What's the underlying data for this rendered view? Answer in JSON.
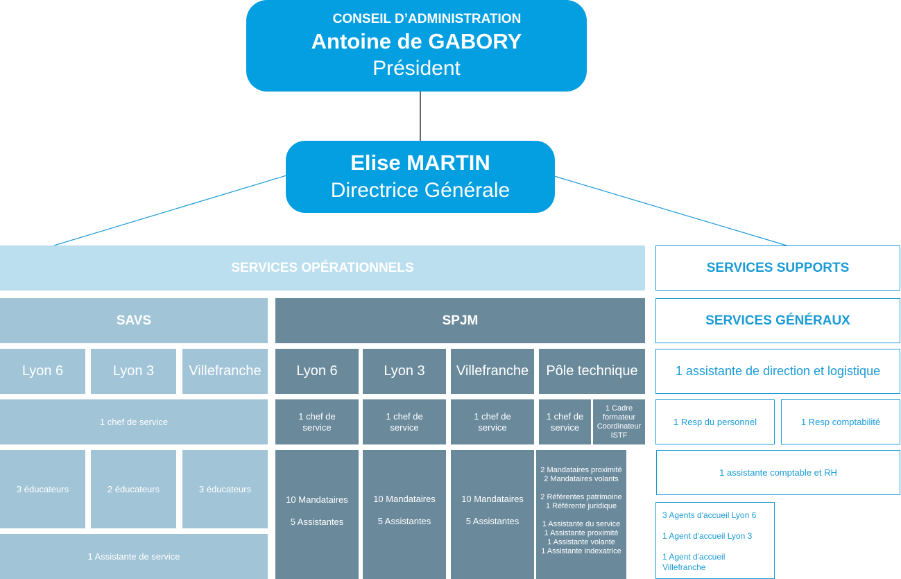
{
  "board": {
    "title": "CONSEIL D’ADMINISTRATION",
    "name": "Antoine de GABORY",
    "role": "Président"
  },
  "director": {
    "name": "Elise MARTIN",
    "role": "Directrice Générale"
  },
  "operational": {
    "title": "SERVICES OPÉRATIONNELS",
    "savs": {
      "title": "SAVS",
      "sites": [
        "Lyon 6",
        "Lyon 3",
        "Villefranche"
      ],
      "chef": "1 chef de service",
      "educateurs": [
        "3 éducateurs",
        "2 éducateurs",
        "3 éducateurs"
      ],
      "assistante": "1 Assistante de service"
    },
    "spjm": {
      "title": "SPJM",
      "sites": [
        "Lyon 6",
        "Lyon 3",
        "Villefranche",
        "Pôle technique"
      ],
      "chefs": [
        "1 chef de service",
        "1 chef de service",
        "1 chef de service",
        "1 chef de service"
      ],
      "cadre": [
        "1 Cadre",
        "formateur",
        "Coordinateur",
        "ISTF"
      ],
      "staff": [
        {
          "mandataires": "10 Mandataires",
          "assistantes": "5 Assistantes"
        },
        {
          "mandataires": "10 Mandataires",
          "assistantes": "5 Assistantes"
        },
        {
          "mandataires": "10 Mandataires",
          "assistantes": "5 Assistantes"
        }
      ],
      "pole_staff": {
        "group1": [
          "2 Mandataires proximité",
          "2 Mandataires volants"
        ],
        "group2": [
          "2 Référentes patrimoine",
          "1 Référente juridique"
        ],
        "group3": [
          "1 Assistante du service",
          "1 Assistante proximité",
          "1 Assistante volante",
          "1 Assistante indexatrice"
        ]
      }
    }
  },
  "support": {
    "title": "SERVICES SUPPORTS",
    "general_title": "SERVICES GÉNÉRAUX",
    "assistante_direction": "1 assistante de direction et logistique",
    "resp_personnel": "1 Resp du personnel",
    "resp_compta": "1 Resp comptabilité",
    "assistante_compta": "1 assistante comptable et RH",
    "agents": [
      "3 Agents d'accueil Lyon 6",
      "1 Agent d'accueil Lyon 3",
      "1 Agent d'accueil Villefranche"
    ]
  },
  "colors": {
    "primary": "#039fe0",
    "operational_bg": "#bcdff0",
    "savs_bg": "#a1c4d7",
    "spjm_bg": "#6a8a9c",
    "support_border": "#1a9bd6"
  }
}
